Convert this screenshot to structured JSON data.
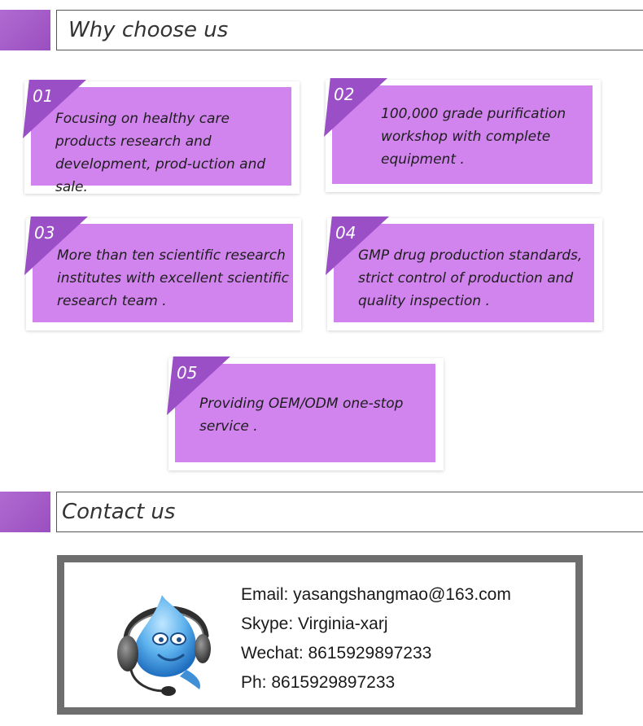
{
  "why_section": {
    "title": "Why choose us"
  },
  "features": [
    {
      "number": "01",
      "text": "Focusing on healthy care products research  and development, prod-uction and sale."
    },
    {
      "number": "02",
      "text": "100,000 grade purification workshop with complete equipment ."
    },
    {
      "number": "03",
      "text": "More than ten scientific research institutes with excellent scientific research team ."
    },
    {
      "number": "04",
      "text": "GMP drug production standards, strict control of production and quality inspection ."
    },
    {
      "number": "05",
      "text": "Providing OEM/ODM one-stop service ."
    }
  ],
  "contact_section": {
    "title": "Contact us"
  },
  "contact": {
    "email": "Email: yasangshangmao@163.com",
    "skype": "Skype: Virginia-xarj",
    "wechat": "Wechat: 8615929897233",
    "phone": "Ph: 8615929897233"
  },
  "colors": {
    "accent": "#9b4fc6",
    "card_fill": "#d183ee",
    "contact_border": "#6e6e6e"
  },
  "icons": {
    "mascot": "headset-mascot-icon"
  }
}
